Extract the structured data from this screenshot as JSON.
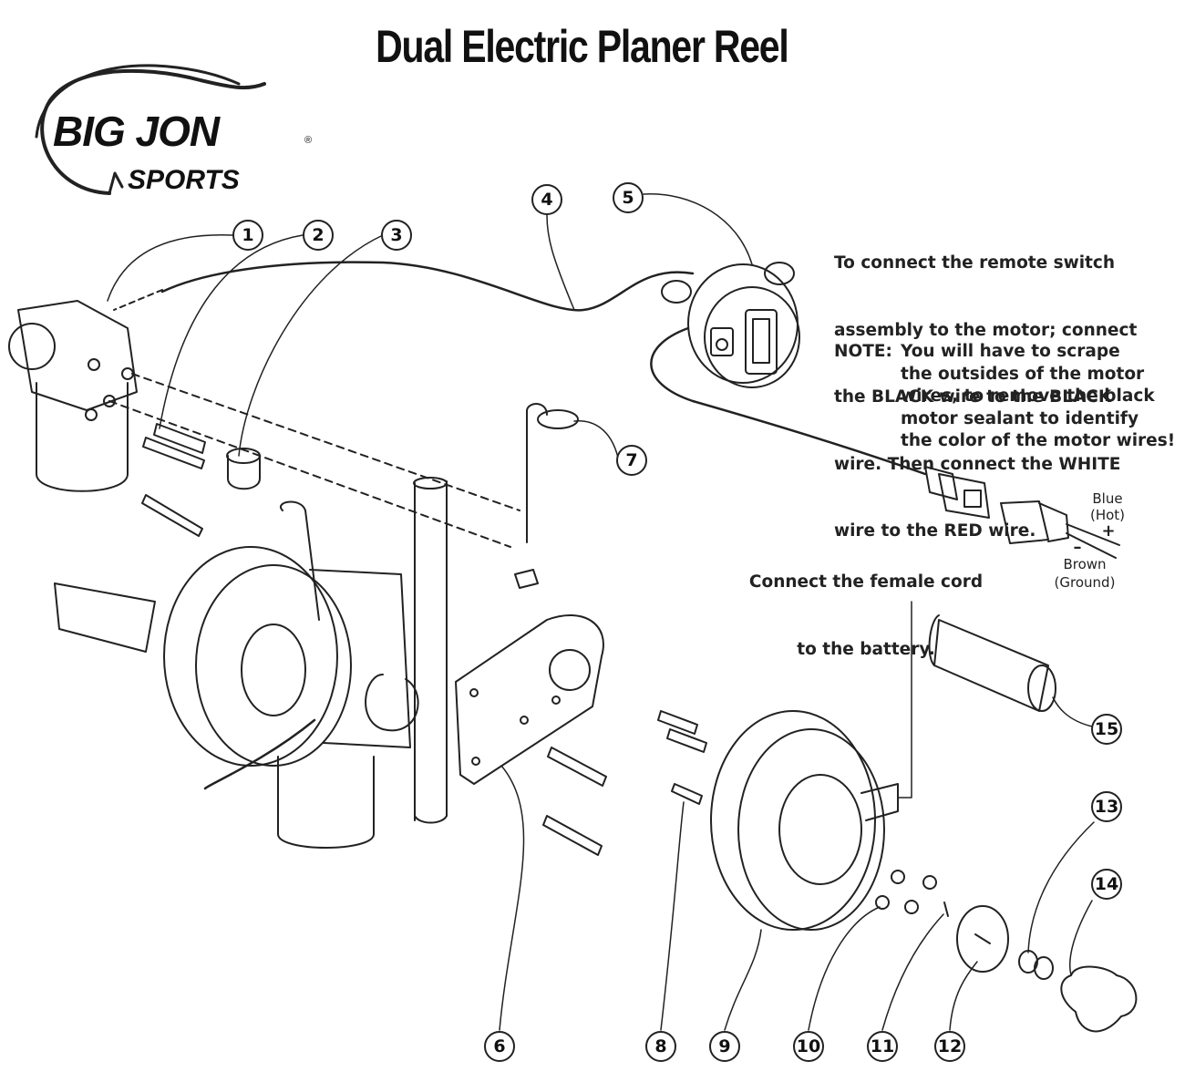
{
  "title": "Dual Electric Planer Reel",
  "logo": {
    "line1": "BIG JON",
    "line2": "SPORTS",
    "mark": "®"
  },
  "notes": {
    "connect_instructions": [
      "To connect the remote switch",
      "assembly to the motor; connect",
      "the BLACK wire to the BLACK",
      "wire. Then connect the WHITE",
      "wire to the RED wire."
    ],
    "scrape_note_prefix": "NOTE:",
    "scrape_note": [
      "You will have to scrape",
      "the outsides of the motor",
      "wires, to remove the black",
      "motor sealant to identify",
      "the color of the motor wires!"
    ],
    "battery_note": [
      "Connect the female cord",
      "to the battery."
    ]
  },
  "plug_labels": {
    "blue": "Blue",
    "hot": "(Hot)",
    "plus": "+",
    "minus": "–",
    "brown": "Brown",
    "ground": "(Ground)"
  },
  "callouts": [
    "1",
    "2",
    "3",
    "4",
    "5",
    "6",
    "7",
    "8",
    "9",
    "10",
    "11",
    "12",
    "13",
    "14",
    "15"
  ],
  "colors": {
    "line": "#222222",
    "background": "#ffffff"
  }
}
